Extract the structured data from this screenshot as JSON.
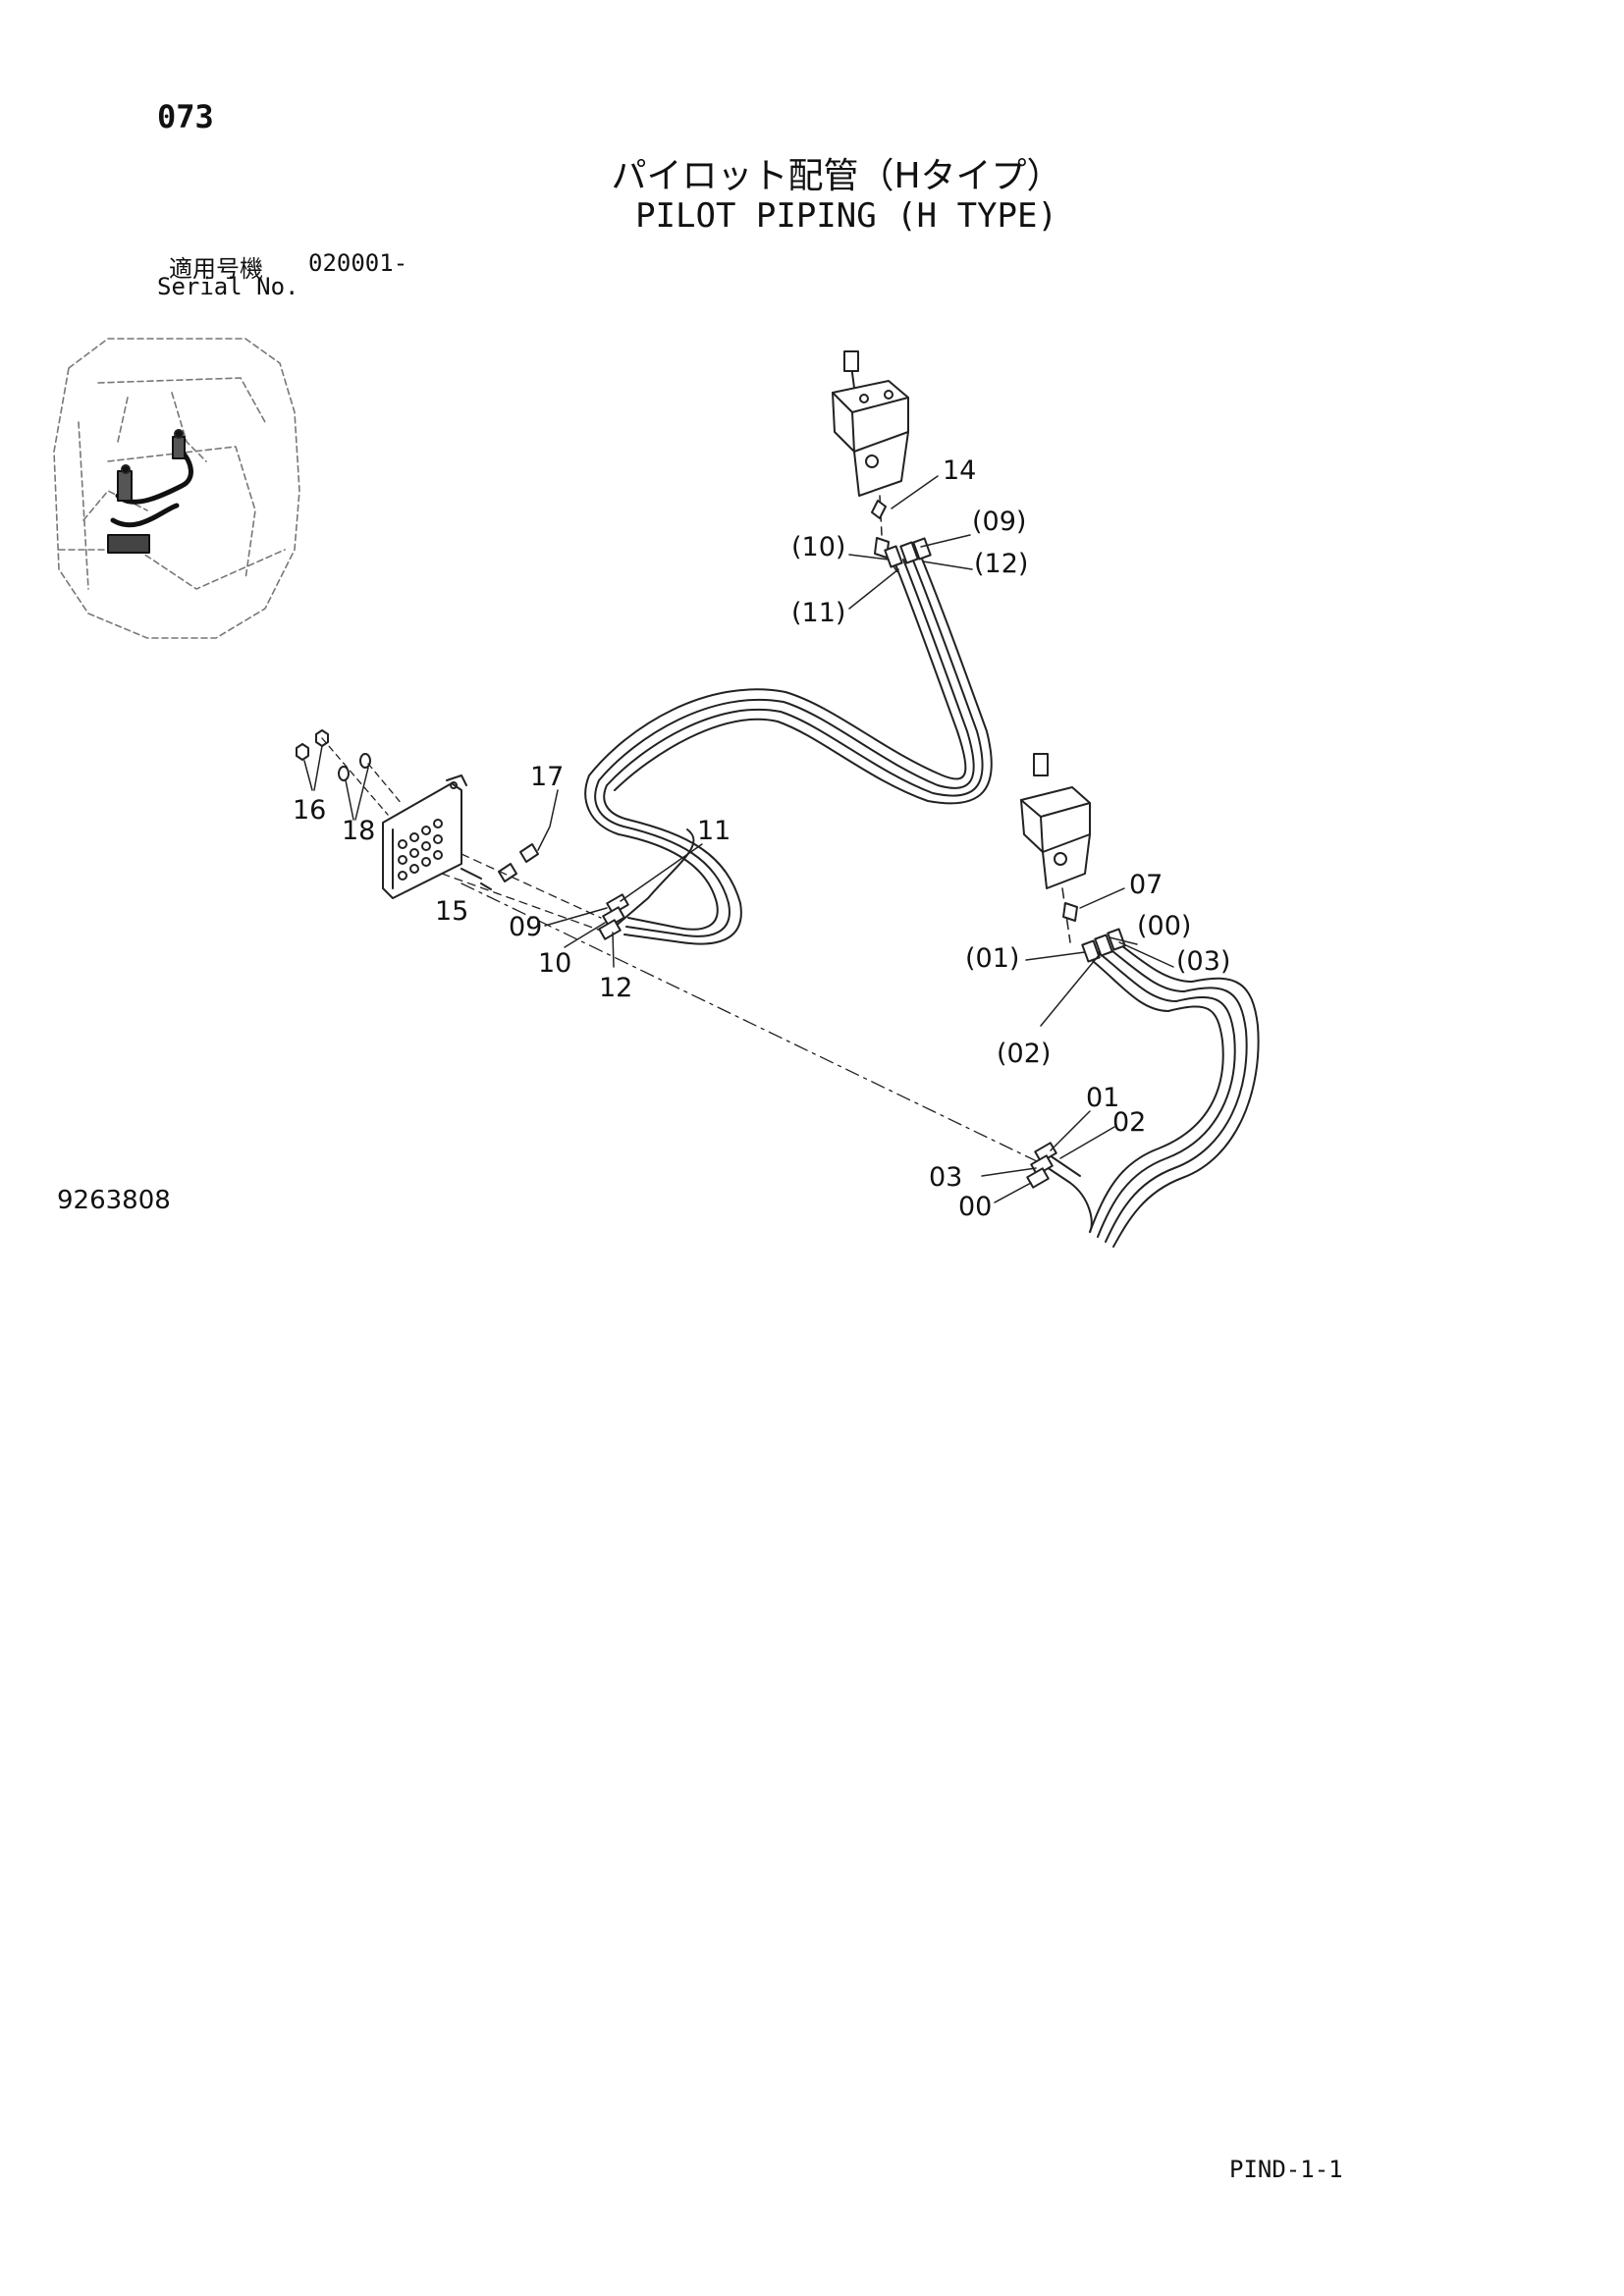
{
  "header": {
    "page_number": "073",
    "title_ja": "パイロット配管（Hタイプ）",
    "title_en": "PILOT PIPING (H TYPE)"
  },
  "serial": {
    "label_ja": "適用号機",
    "range": "020001-",
    "label_en": "Serial No."
  },
  "drawing_number": "9263808",
  "page_code": "PIND-1-1",
  "callouts": {
    "c14": "14",
    "c09p": "(09)",
    "c10p": "(10)",
    "c12p": "(12)",
    "c11p": "(11)",
    "c17": "17",
    "c16": "16",
    "c18": "18",
    "c11": "11",
    "c15": "15",
    "c09": "09",
    "c10": "10",
    "c12": "12",
    "c07": "07",
    "c00p": "(00)",
    "c01p": "(01)",
    "c03p": "(03)",
    "c02p": "(02)",
    "c01": "01",
    "c02": "02",
    "c03": "03",
    "c00": "00"
  }
}
